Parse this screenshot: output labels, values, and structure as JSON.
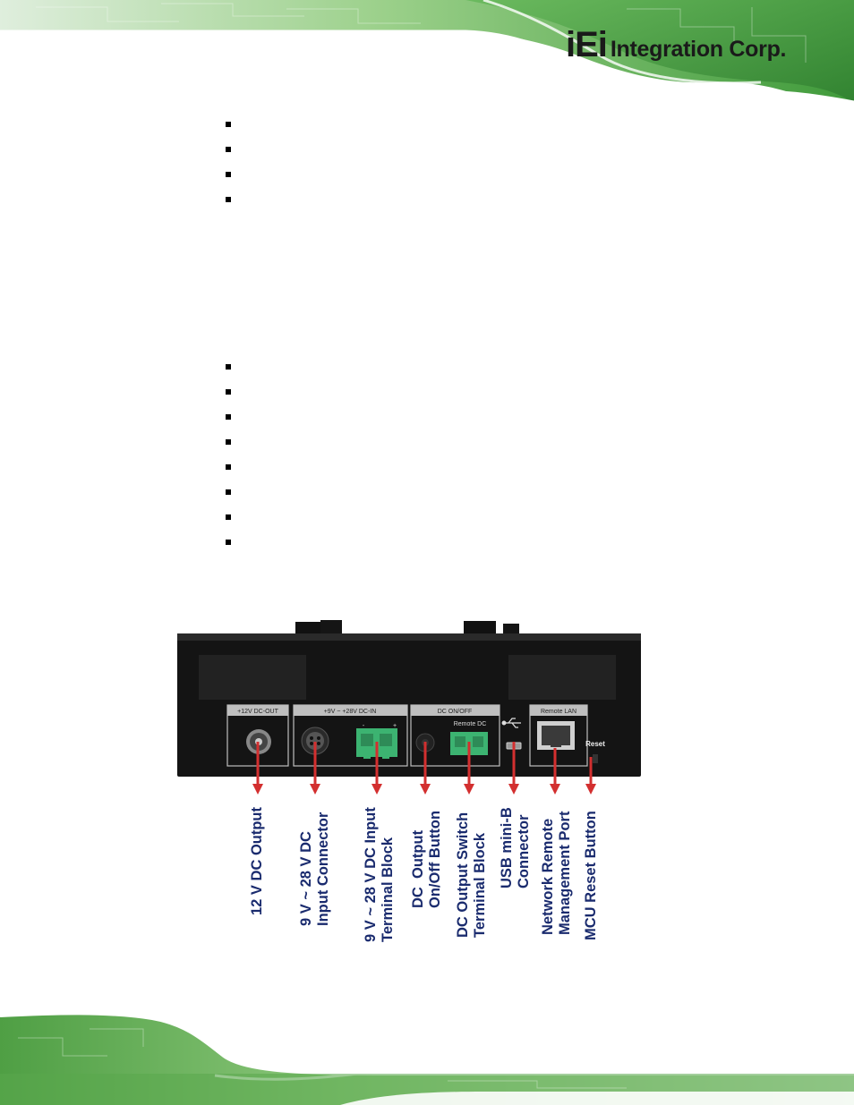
{
  "header": {
    "logo_mark": "iEi",
    "logo_text": "Integration Corp."
  },
  "bullet_groups": [
    {
      "count": 4
    },
    {
      "count": 8
    }
  ],
  "device_panel": {
    "sections": [
      {
        "label": "+12V  DC-OUT"
      },
      {
        "label": "+9V ~ +28V  DC-IN"
      },
      {
        "label": "DC   ON/OFF"
      },
      {
        "label": "Remote LAN"
      }
    ],
    "terminal_polarity": {
      "minus": "-",
      "plus": "+"
    },
    "remote_dc_label": "Remote DC",
    "reset_label": "Reset"
  },
  "callouts": [
    {
      "text": "12 V DC Output"
    },
    {
      "text": "9 V ~ 28 V DC\nInput Connector"
    },
    {
      "text": "9 V ~ 28 V DC Input\nTerminal Block"
    },
    {
      "text": "DC  Output\nOn/Off Button"
    },
    {
      "text": "DC Output Switch\nTerminal Block"
    },
    {
      "text": "USB mini-B\nConnector"
    },
    {
      "text": "Network Remote\nManagement Port"
    },
    {
      "text": "MCU Reset Button"
    }
  ],
  "colors": {
    "accent_green": "#2e9e3b",
    "arrow_red": "#d32f2f",
    "label_blue": "#1a2b6e",
    "terminal_green": "#3cb371"
  }
}
